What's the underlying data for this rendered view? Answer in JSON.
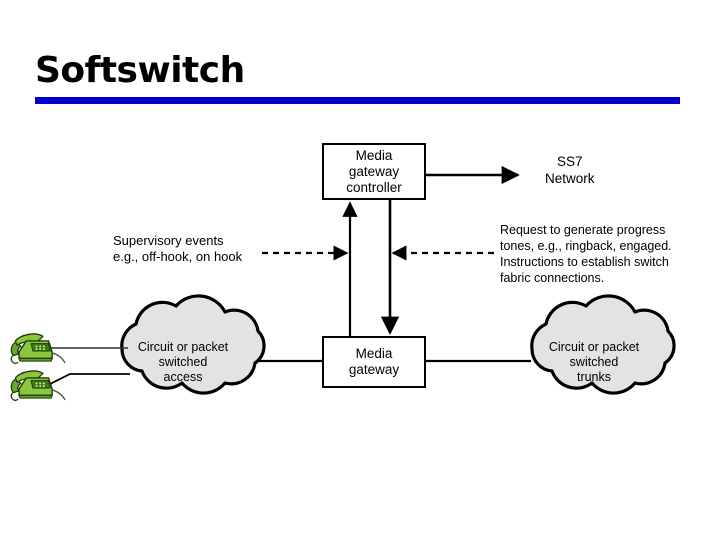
{
  "slide": {
    "title": "Softswitch",
    "accent_color": "#0000cc",
    "background": "#ffffff"
  },
  "diagram": {
    "type": "network-architecture-diagram",
    "nodes": {
      "media_gateway_controller": {
        "label_lines": [
          "Media",
          "gateway",
          "controller"
        ],
        "shape": "rectangle",
        "fill": "#ffffff",
        "stroke": "#000000"
      },
      "media_gateway": {
        "label_lines": [
          "Media",
          "gateway"
        ],
        "shape": "rectangle",
        "fill": "#ffffff",
        "stroke": "#000000"
      },
      "ss7_network": {
        "label": "SS7\nNetwork",
        "shape": "text"
      },
      "cloud_left": {
        "label": "Circuit or packet\nswitched\naccess",
        "shape": "cloud",
        "fill": "#e3e3e3",
        "stroke": "#000000"
      },
      "cloud_right": {
        "label": "Circuit or packet\nswitched\ntrunks",
        "shape": "cloud",
        "fill": "#e3e3e3",
        "stroke": "#000000"
      },
      "phone_top": {
        "icon": "telephone-icon",
        "color": "#8cc63f"
      },
      "phone_bottom": {
        "icon": "telephone-icon",
        "color": "#8cc63f"
      }
    },
    "annotations": {
      "supervisory": "Supervisory events\ne.g., off-hook, on hook",
      "request": "Request to generate progress\ntones, e.g., ringback, engaged.\nInstructions to establish switch\nfabric connections."
    },
    "edges": [
      {
        "from": "media_gateway_controller",
        "to": "ss7_network",
        "style": "solid",
        "arrow": "end"
      },
      {
        "from": "media_gateway",
        "to": "media_gateway_controller",
        "style": "solid",
        "arrow": "end"
      },
      {
        "from": "media_gateway_controller",
        "to": "media_gateway",
        "style": "solid",
        "arrow": "end"
      },
      {
        "from": "supervisory",
        "to": "mgc-uplink",
        "style": "dashed",
        "arrow": "end"
      },
      {
        "from": "request",
        "to": "mgc-downlink",
        "style": "dashed",
        "arrow": "end"
      },
      {
        "from": "cloud_left",
        "to": "media_gateway",
        "style": "solid",
        "arrow": "none"
      },
      {
        "from": "media_gateway",
        "to": "cloud_right",
        "style": "solid",
        "arrow": "none"
      },
      {
        "from": "phone_top",
        "to": "cloud_left",
        "style": "solid",
        "arrow": "none"
      },
      {
        "from": "phone_bottom",
        "to": "cloud_left",
        "style": "solid",
        "arrow": "none"
      }
    ]
  }
}
